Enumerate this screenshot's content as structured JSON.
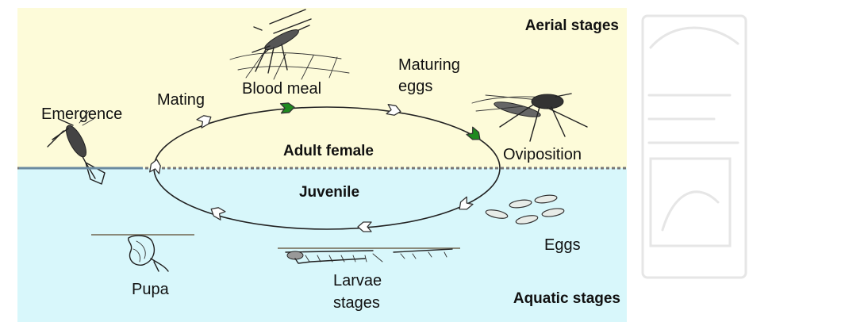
{
  "zones": {
    "aerial_label": "Aerial stages",
    "aquatic_label": "Aquatic stages"
  },
  "cycle": {
    "upper_label": "Adult female",
    "lower_label": "Juvenile"
  },
  "stages": {
    "emergence": "Emergence",
    "mating": "Mating",
    "blood_meal": "Blood meal",
    "maturing_eggs_line1": "Maturing",
    "maturing_eggs_line2": "eggs",
    "oviposition": "Oviposition",
    "eggs": "Eggs",
    "larvae_line1": "Larvae",
    "larvae_line2": "stages",
    "pupa": "Pupa"
  },
  "colors": {
    "aerial_bg": "#fdfbd9",
    "aquatic_bg": "#d8f7fb",
    "arrow_highlight": "#1f8a1f",
    "arrow_plain": "#ffffff",
    "water_line": "#777777"
  }
}
